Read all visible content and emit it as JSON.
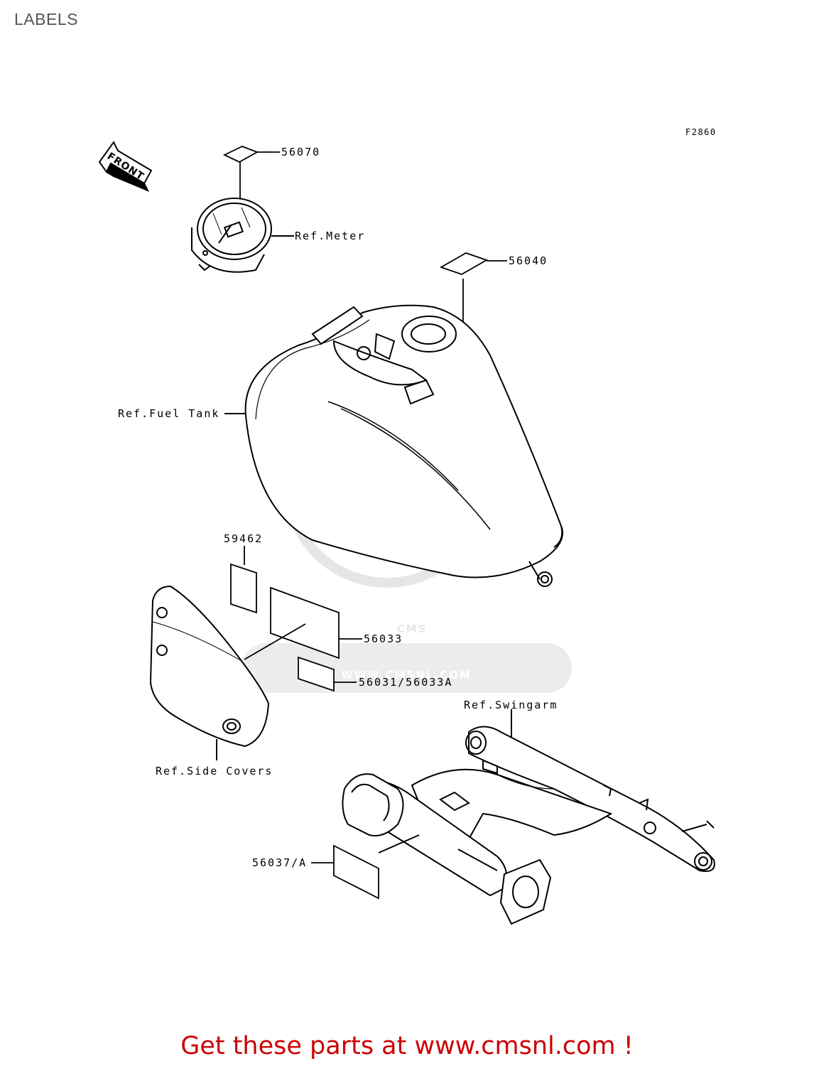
{
  "page": {
    "title": "LABELS"
  },
  "diagram": {
    "figure_code": "F2860",
    "front_arrow_label": "FRONT",
    "watermark": {
      "logo_text": "CMS",
      "url": "WWW.CMSNL.COM"
    },
    "part_labels": {
      "p56070": "56070",
      "ref_meter": "Ref.Meter",
      "p56040": "56040",
      "ref_fuel_tank": "Ref.Fuel Tank",
      "p59462": "59462",
      "p56033": "56033",
      "p56031": "56031/56033A",
      "ref_swingarm": "Ref.Swingarm",
      "ref_side_covers": "Ref.Side Covers",
      "p56037": "56037/A"
    }
  },
  "footer": {
    "promo": "Get these parts at www.cmsnl.com !",
    "promo_color": "#cc0000"
  }
}
